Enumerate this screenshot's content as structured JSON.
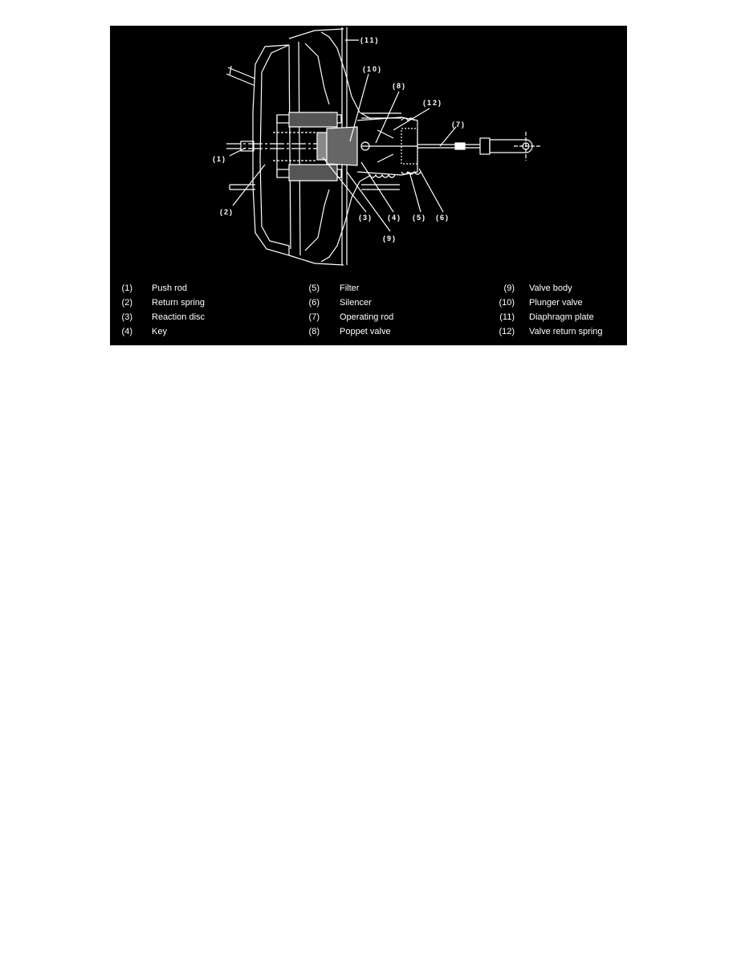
{
  "figure": {
    "callouts": {
      "c1": "(1)",
      "c2": "(2)",
      "c3": "(3)",
      "c4": "(4)",
      "c5": "(5)",
      "c6": "(6)",
      "c7": "(7)",
      "c8": "(8)",
      "c9": "(9)",
      "c10": "(10)",
      "c11": "(11)",
      "c12": "(12)"
    },
    "legend": [
      {
        "num": "(1)",
        "label": "Push rod"
      },
      {
        "num": "(2)",
        "label": "Return spring"
      },
      {
        "num": "(3)",
        "label": "Reaction disc"
      },
      {
        "num": "(4)",
        "label": "Key"
      },
      {
        "num": "(5)",
        "label": "Filter"
      },
      {
        "num": "(6)",
        "label": "Silencer"
      },
      {
        "num": "(7)",
        "label": "Operating rod"
      },
      {
        "num": "(8)",
        "label": "Poppet valve"
      },
      {
        "num": "(9)",
        "label": "Valve body"
      },
      {
        "num": "(10)",
        "label": "Plunger valve"
      },
      {
        "num": "(11)",
        "label": "Diaphragm plate"
      },
      {
        "num": "(12)",
        "label": "Valve return spring"
      }
    ]
  }
}
